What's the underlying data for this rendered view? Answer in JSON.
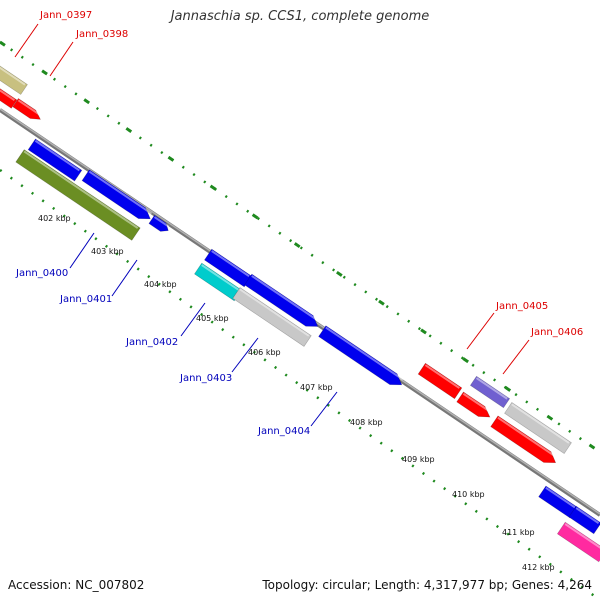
{
  "title": "Jannaschia sp. CCS1, complete genome",
  "footer": {
    "accession": "Accession: NC_007802",
    "info": "Topology: circular; Length: 4,317,977 bp; Genes: 4,264"
  },
  "colors": {
    "backbone": "#8c8c8c",
    "tick": "#1f8a1f",
    "label_red": "#dd0000",
    "label_blue": "#0000bb"
  },
  "ruler": [
    "402 kbp",
    "403 kbp",
    "404 kbp",
    "405 kbp",
    "406 kbp",
    "407 kbp",
    "408 kbp",
    "409 kbp",
    "410 kbp",
    "411 kbp",
    "412 kbp"
  ],
  "gene_labels": [
    {
      "id": "jann-0397",
      "text": "Jann_0397",
      "color": "red"
    },
    {
      "id": "jann-0398",
      "text": "Jann_0398",
      "color": "red"
    },
    {
      "id": "jann-0400",
      "text": "Jann_0400",
      "color": "blue"
    },
    {
      "id": "jann-0401",
      "text": "Jann_0401",
      "color": "blue"
    },
    {
      "id": "jann-0402",
      "text": "Jann_0402",
      "color": "blue"
    },
    {
      "id": "jann-0403",
      "text": "Jann_0403",
      "color": "blue"
    },
    {
      "id": "jann-0404",
      "text": "Jann_0404",
      "color": "blue"
    },
    {
      "id": "jann-0405",
      "text": "Jann_0405",
      "color": "red"
    },
    {
      "id": "jann-0406",
      "text": "Jann_0406",
      "color": "red"
    }
  ],
  "features": [
    {
      "color": "#c8c080"
    },
    {
      "color": "#ff0000"
    },
    {
      "color": "#ff0000"
    },
    {
      "color": "#0000ee"
    },
    {
      "color": "#0000ee"
    },
    {
      "color": "#0000ee"
    },
    {
      "color": "#6b8e23"
    },
    {
      "color": "#0000ee"
    },
    {
      "color": "#00cccc"
    },
    {
      "color": "#0000ee"
    },
    {
      "color": "#c8c8c8"
    },
    {
      "color": "#0000ee"
    },
    {
      "color": "#ff0000"
    },
    {
      "color": "#7060d0"
    },
    {
      "color": "#ff0000"
    },
    {
      "color": "#c8c8c8"
    },
    {
      "color": "#ff0000"
    },
    {
      "color": "#0000ee"
    },
    {
      "color": "#0000ee"
    },
    {
      "color": "#ff2aa0"
    }
  ]
}
